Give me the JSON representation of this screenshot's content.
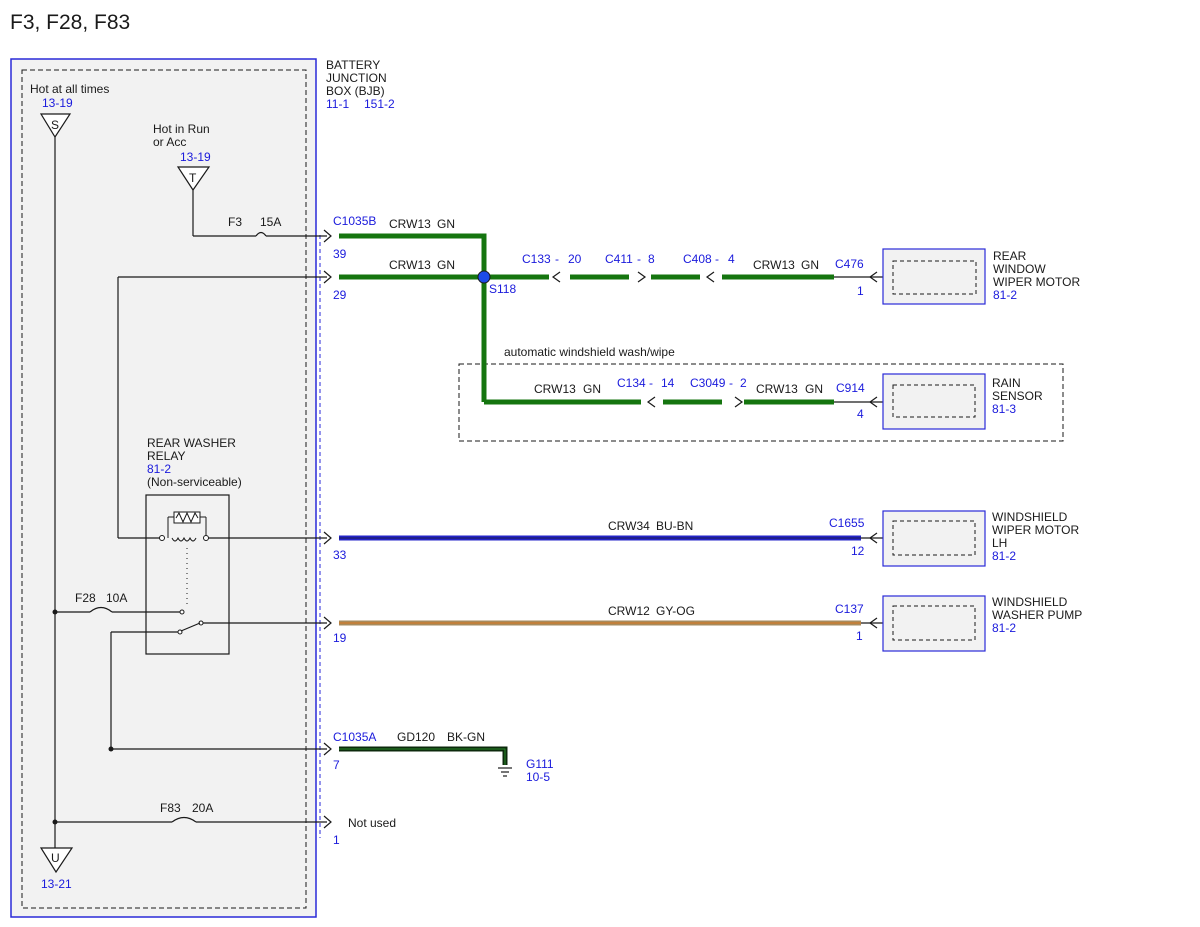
{
  "page_title": "F3, F28, F83",
  "bjb": {
    "name_lines": [
      "BATTERY",
      "JUNCTION",
      "BOX (BJB)"
    ],
    "ref_a": "11-1",
    "ref_b": "151-2"
  },
  "sources": {
    "hot_at_all_times": {
      "label": "Hot at all times",
      "ref": "13-19",
      "symbol": "S"
    },
    "hot_in_run": {
      "label_line1": "Hot in Run",
      "label_line2": "or Acc",
      "ref": "13-19",
      "symbol": "T"
    },
    "u_terminal": {
      "symbol": "U",
      "ref": "13-21"
    }
  },
  "fuses": {
    "f3": {
      "name": "F3",
      "rating": "15A"
    },
    "f28": {
      "name": "F28",
      "rating": "10A"
    },
    "f83": {
      "name": "F83",
      "rating": "20A"
    }
  },
  "relay": {
    "name_line1": "REAR WASHER",
    "name_line2": "RELAY",
    "ref": "81-2",
    "note": "(Non-serviceable)"
  },
  "connectors": {
    "c1035b": "C1035B",
    "c1035a": "C1035A",
    "c133": "C133",
    "c411": "C411",
    "c408": "C408",
    "c476": "C476",
    "c134": "C134",
    "c3049": "C3049",
    "c914": "C914",
    "c1655": "C1655",
    "c137": "C137"
  },
  "pins": {
    "p39": "39",
    "p29": "29",
    "p33": "33",
    "p19": "19",
    "p7": "7",
    "p1": "1",
    "c133_pin": "20",
    "c411_pin": "8",
    "c408_pin": "4",
    "c476_pin": "1",
    "c134_pin": "14",
    "c3049_pin": "2",
    "c914_pin": "4",
    "c1655_pin": "12",
    "c137_pin": "1"
  },
  "sep": "-",
  "splice": {
    "name": "S118"
  },
  "ground": {
    "name": "G111",
    "ref": "10-5"
  },
  "not_used": "Not used",
  "automatic_label": "automatic windshield wash/wipe",
  "wires": {
    "w39": {
      "circuit": "CRW13",
      "color": "GN"
    },
    "w29": {
      "circuit": "CRW13",
      "color": "GN"
    },
    "w29_right": {
      "circuit": "CRW13",
      "color": "GN"
    },
    "w_rain_left": {
      "circuit": "CRW13",
      "color": "GN"
    },
    "w_rain_right": {
      "circuit": "CRW13",
      "color": "GN"
    },
    "w33": {
      "circuit": "CRW34",
      "color": "BU-BN"
    },
    "w19": {
      "circuit": "CRW12",
      "color": "GY-OG"
    },
    "w7": {
      "circuit": "GD120",
      "color": "BK-GN"
    }
  },
  "components": {
    "rear_wiper": {
      "lines": [
        "REAR",
        "WINDOW",
        "WIPER MOTOR"
      ],
      "ref": "81-2"
    },
    "rain_sensor": {
      "lines": [
        "RAIN",
        "SENSOR"
      ],
      "ref": "81-3"
    },
    "ws_wiper": {
      "lines": [
        "WINDSHIELD",
        "WIPER MOTOR",
        "LH"
      ],
      "ref": "81-2"
    },
    "ws_pump": {
      "lines": [
        "WINDSHIELD",
        "WASHER PUMP"
      ],
      "ref": "81-2"
    }
  },
  "colors": {
    "green": "#15750f",
    "blue_wire": "#2424c8",
    "gray_orange": "#a88b5c",
    "black_green": "#0c2a0c",
    "line_blue": "#1a1adc",
    "text": "#1a1a1a"
  }
}
